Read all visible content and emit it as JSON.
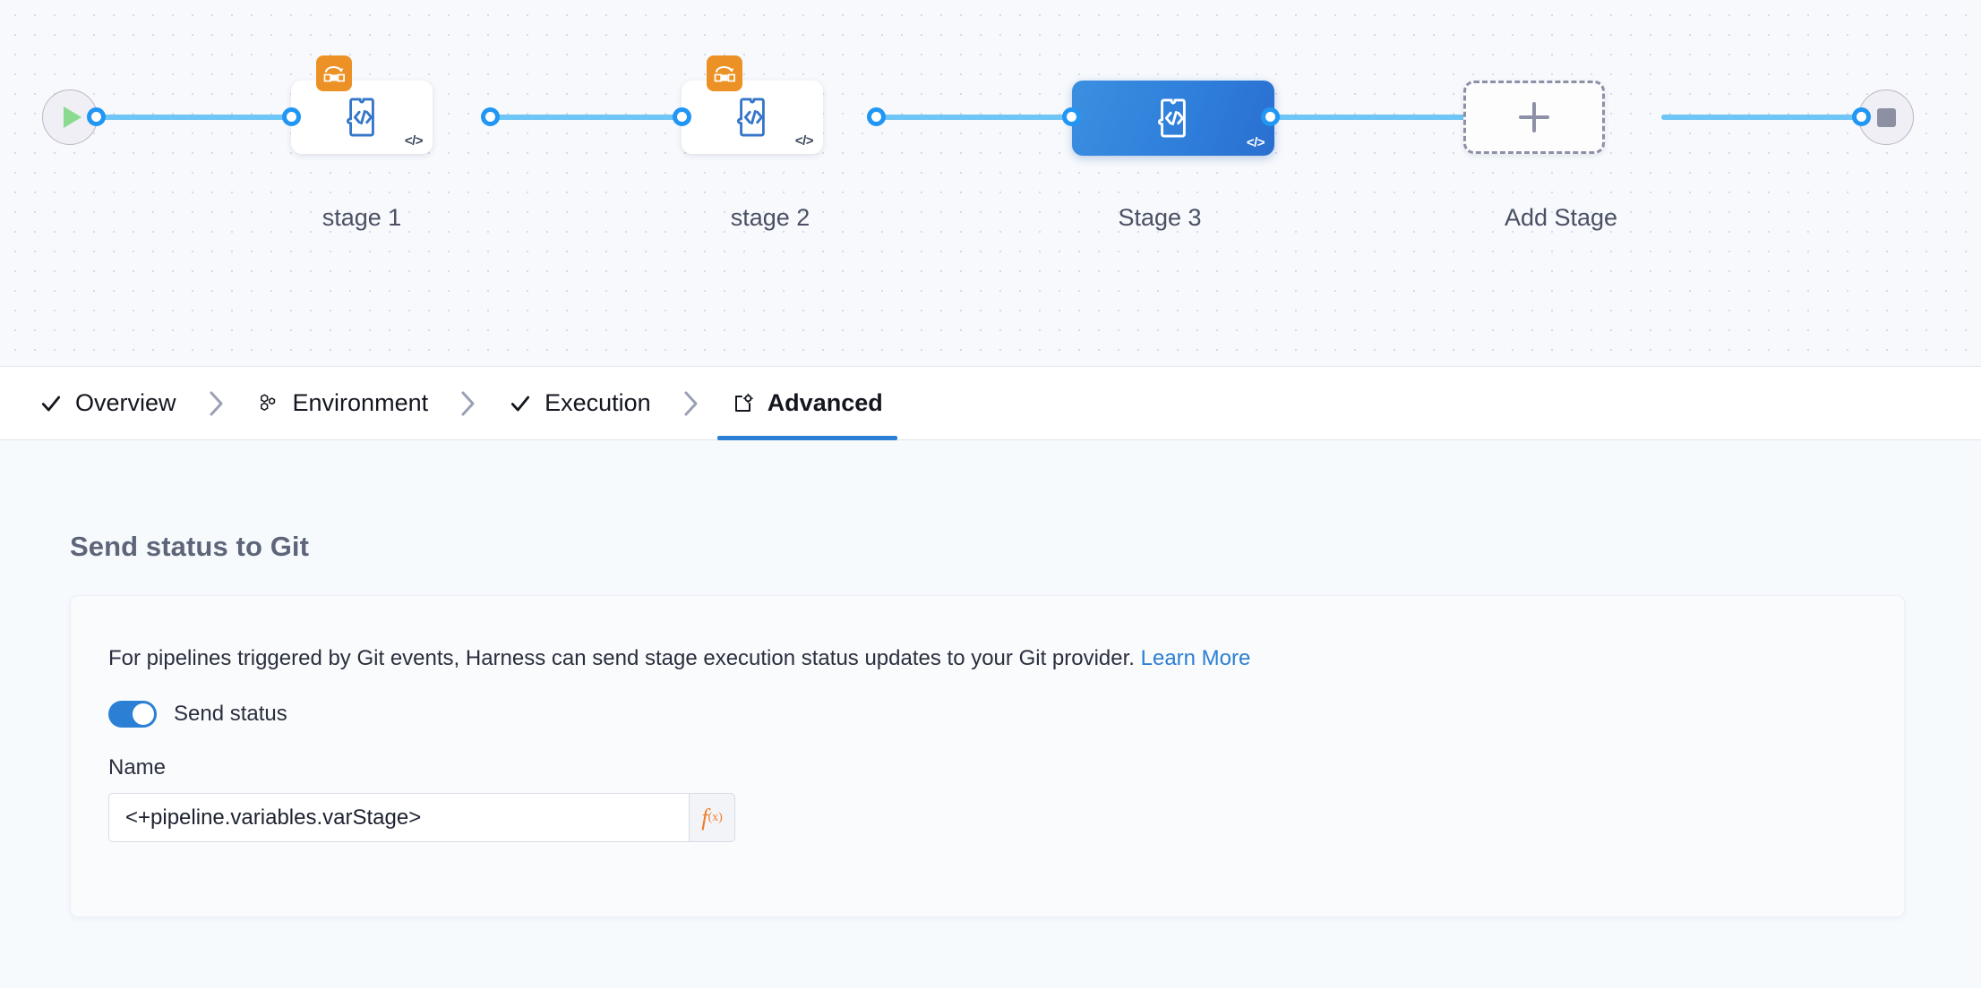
{
  "canvas": {
    "start_node": {
      "name": "pipeline-start",
      "icon": "play-icon"
    },
    "end_node": {
      "name": "pipeline-end",
      "icon": "stop-icon"
    },
    "stages": [
      {
        "label": "stage 1",
        "icon": "custom-stage-code-icon",
        "badge": "matrix-looping-strategy-icon",
        "selected": false,
        "code_mark": "</>"
      },
      {
        "label": "stage 2",
        "icon": "custom-stage-code-icon",
        "badge": "matrix-looping-strategy-icon",
        "selected": false,
        "code_mark": "</>"
      },
      {
        "label": "Stage 3",
        "icon": "custom-stage-code-icon",
        "badge": null,
        "selected": true,
        "code_mark": "</>"
      }
    ],
    "add_stage": {
      "label": "Add Stage",
      "icon": "plus-icon"
    }
  },
  "tabs": [
    {
      "label": "Overview",
      "icon": "check-icon",
      "active": false,
      "complete": true
    },
    {
      "label": "Environment",
      "icon": "hexagon-cluster-icon",
      "active": false,
      "complete": false
    },
    {
      "label": "Execution",
      "icon": "check-icon",
      "active": true,
      "complete": true
    },
    {
      "label": "Advanced",
      "icon": "box-gear-icon",
      "active": true,
      "complete": false
    }
  ],
  "separator": "›",
  "main": {
    "section_title": "Send status to Git",
    "description": "For pipelines triggered by Git events, Harness can send stage execution status updates to your Git provider.",
    "learn_more": "Learn More",
    "toggle": {
      "label": "Send status",
      "on": true
    },
    "name_field": {
      "label": "Name",
      "value": "<+pipeline.variables.varStage>",
      "placeholder": "",
      "expression_button": "f(x)"
    }
  },
  "colors": {
    "accent_blue": "#2b7fd4",
    "connector_blue": "#6fc5f5",
    "selected_stage": "#2f7fdb",
    "matrix_orange": "#ec9126",
    "fx_orange": "#ef7b28",
    "play_green": "#8ada8f",
    "canvas_bg": "#f7f9fc",
    "page_bg": "#f6fafd"
  }
}
